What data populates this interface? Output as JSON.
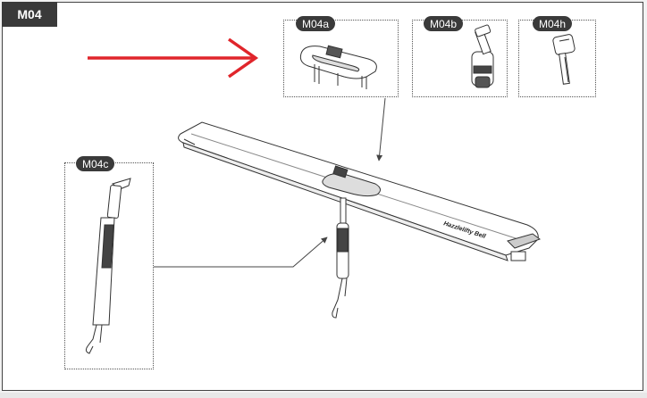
{
  "main_label": "M04",
  "callouts": [
    {
      "id": "M04a",
      "label": "M04a"
    },
    {
      "id": "M04b",
      "label": "M04b"
    },
    {
      "id": "M04h",
      "label": "M04h"
    },
    {
      "id": "M04c",
      "label": "M04c"
    }
  ],
  "bar_text": "Hazzlelifty Bell",
  "colors": {
    "accent_arrow": "#e0252b",
    "tag_bg": "#3a3a3a",
    "line": "#444444"
  }
}
